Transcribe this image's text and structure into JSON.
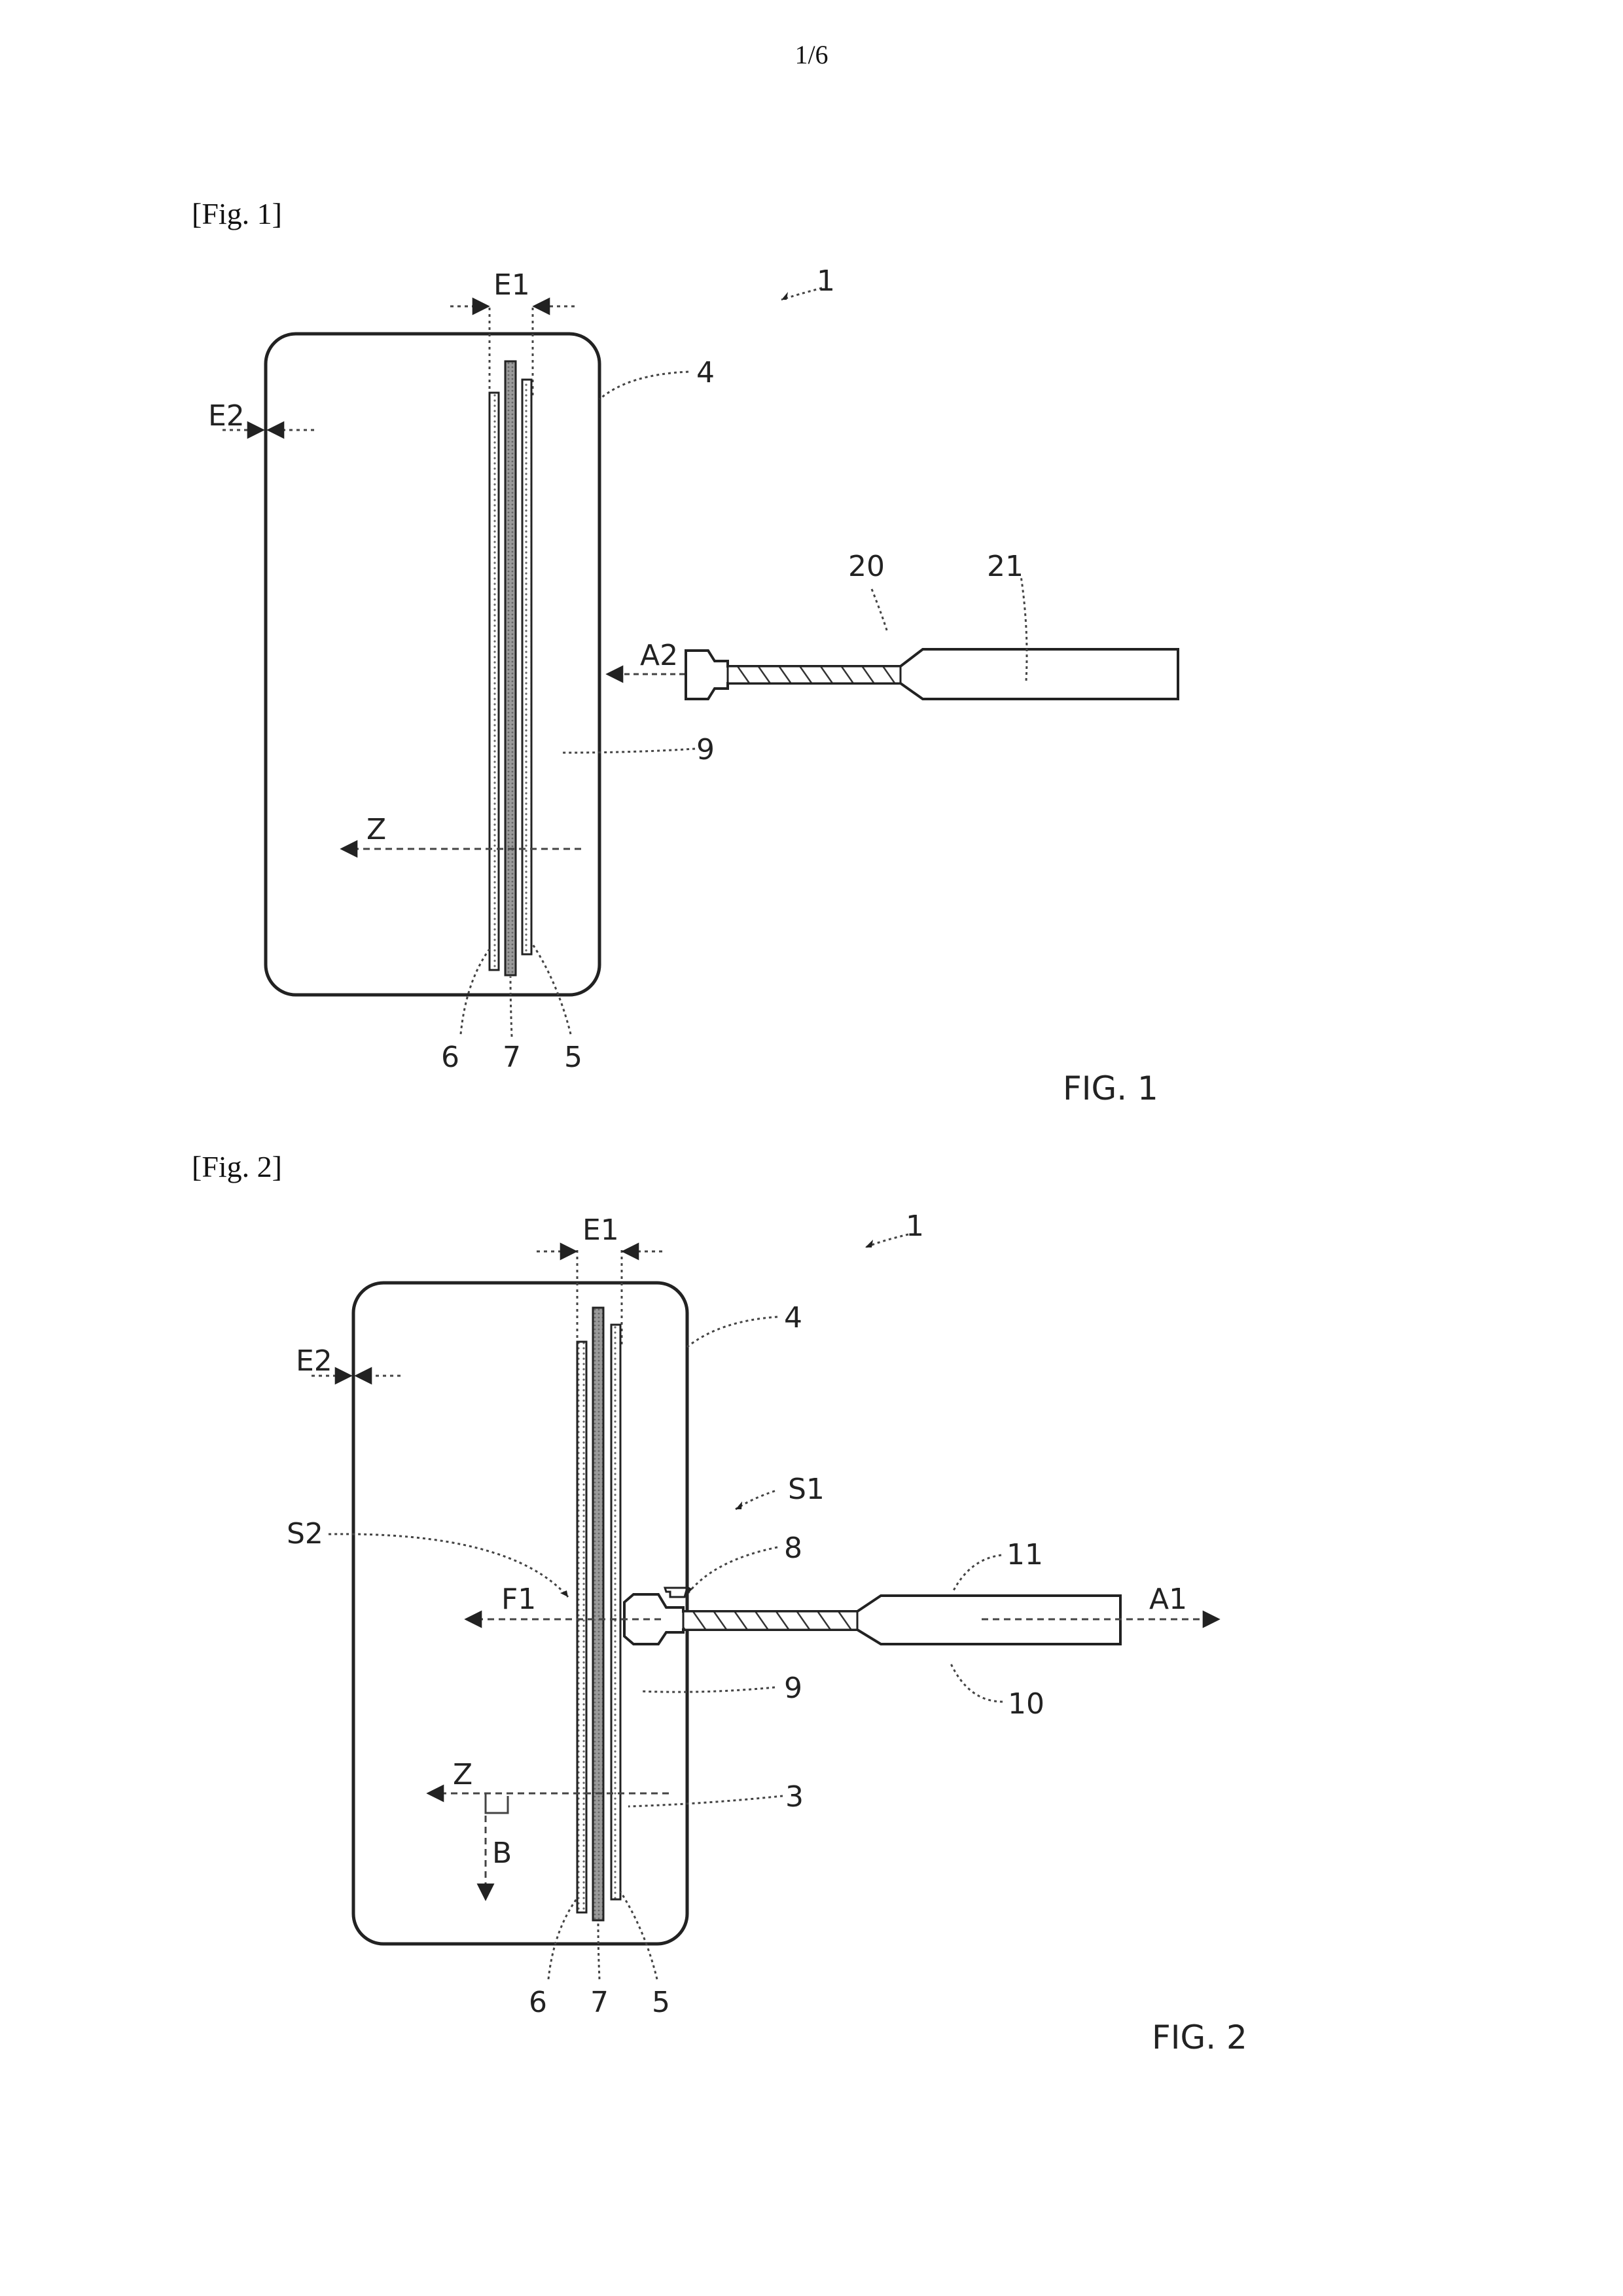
{
  "page": {
    "number": "1/6"
  },
  "figure1": {
    "bracket_label": "[Fig. 1]",
    "caption": "FIG. 1",
    "refs": {
      "assembly": "1",
      "housing": "4",
      "tool": "20",
      "tool_body": "21",
      "cavity": "9",
      "layer_a": "6",
      "layer_b": "7",
      "layer_c": "5"
    },
    "dims": {
      "e1": "E1",
      "e2": "E2",
      "a2": "A2",
      "z": "Z"
    }
  },
  "figure2": {
    "bracket_label": "[Fig. 2]",
    "caption": "FIG. 2",
    "refs": {
      "assembly": "1",
      "housing": "4",
      "s1": "S1",
      "s2": "S2",
      "tip": "8",
      "tool_body": "11",
      "tool": "10",
      "cavity": "9",
      "stack": "3",
      "layer_a": "6",
      "layer_b": "7",
      "layer_c": "5"
    },
    "dims": {
      "e1": "E1",
      "e2": "E2",
      "f1": "F1",
      "a1": "A1",
      "z": "Z",
      "b": "B"
    }
  }
}
